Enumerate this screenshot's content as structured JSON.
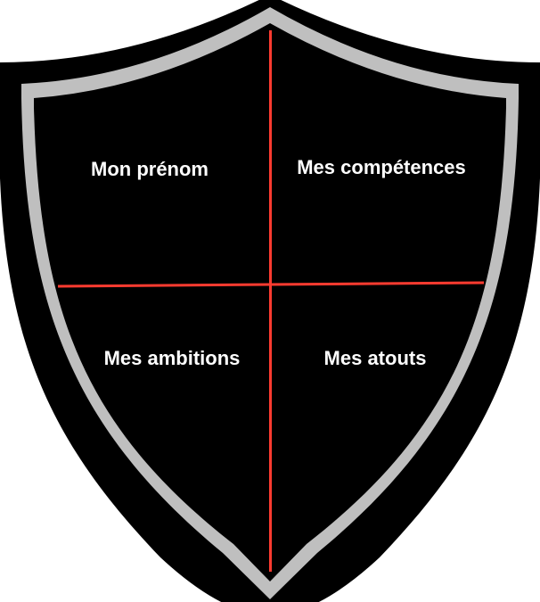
{
  "colors": {
    "outer": "#000000",
    "ring": "#bfbfbf",
    "inner": "#000000",
    "divider": "#ff3b30",
    "text": "#ffffff"
  },
  "quadrants": {
    "top_left": "Mon prénom",
    "top_right": "Mes compétences",
    "bottom_left": "Mes ambitions",
    "bottom_right": "Mes atouts"
  }
}
